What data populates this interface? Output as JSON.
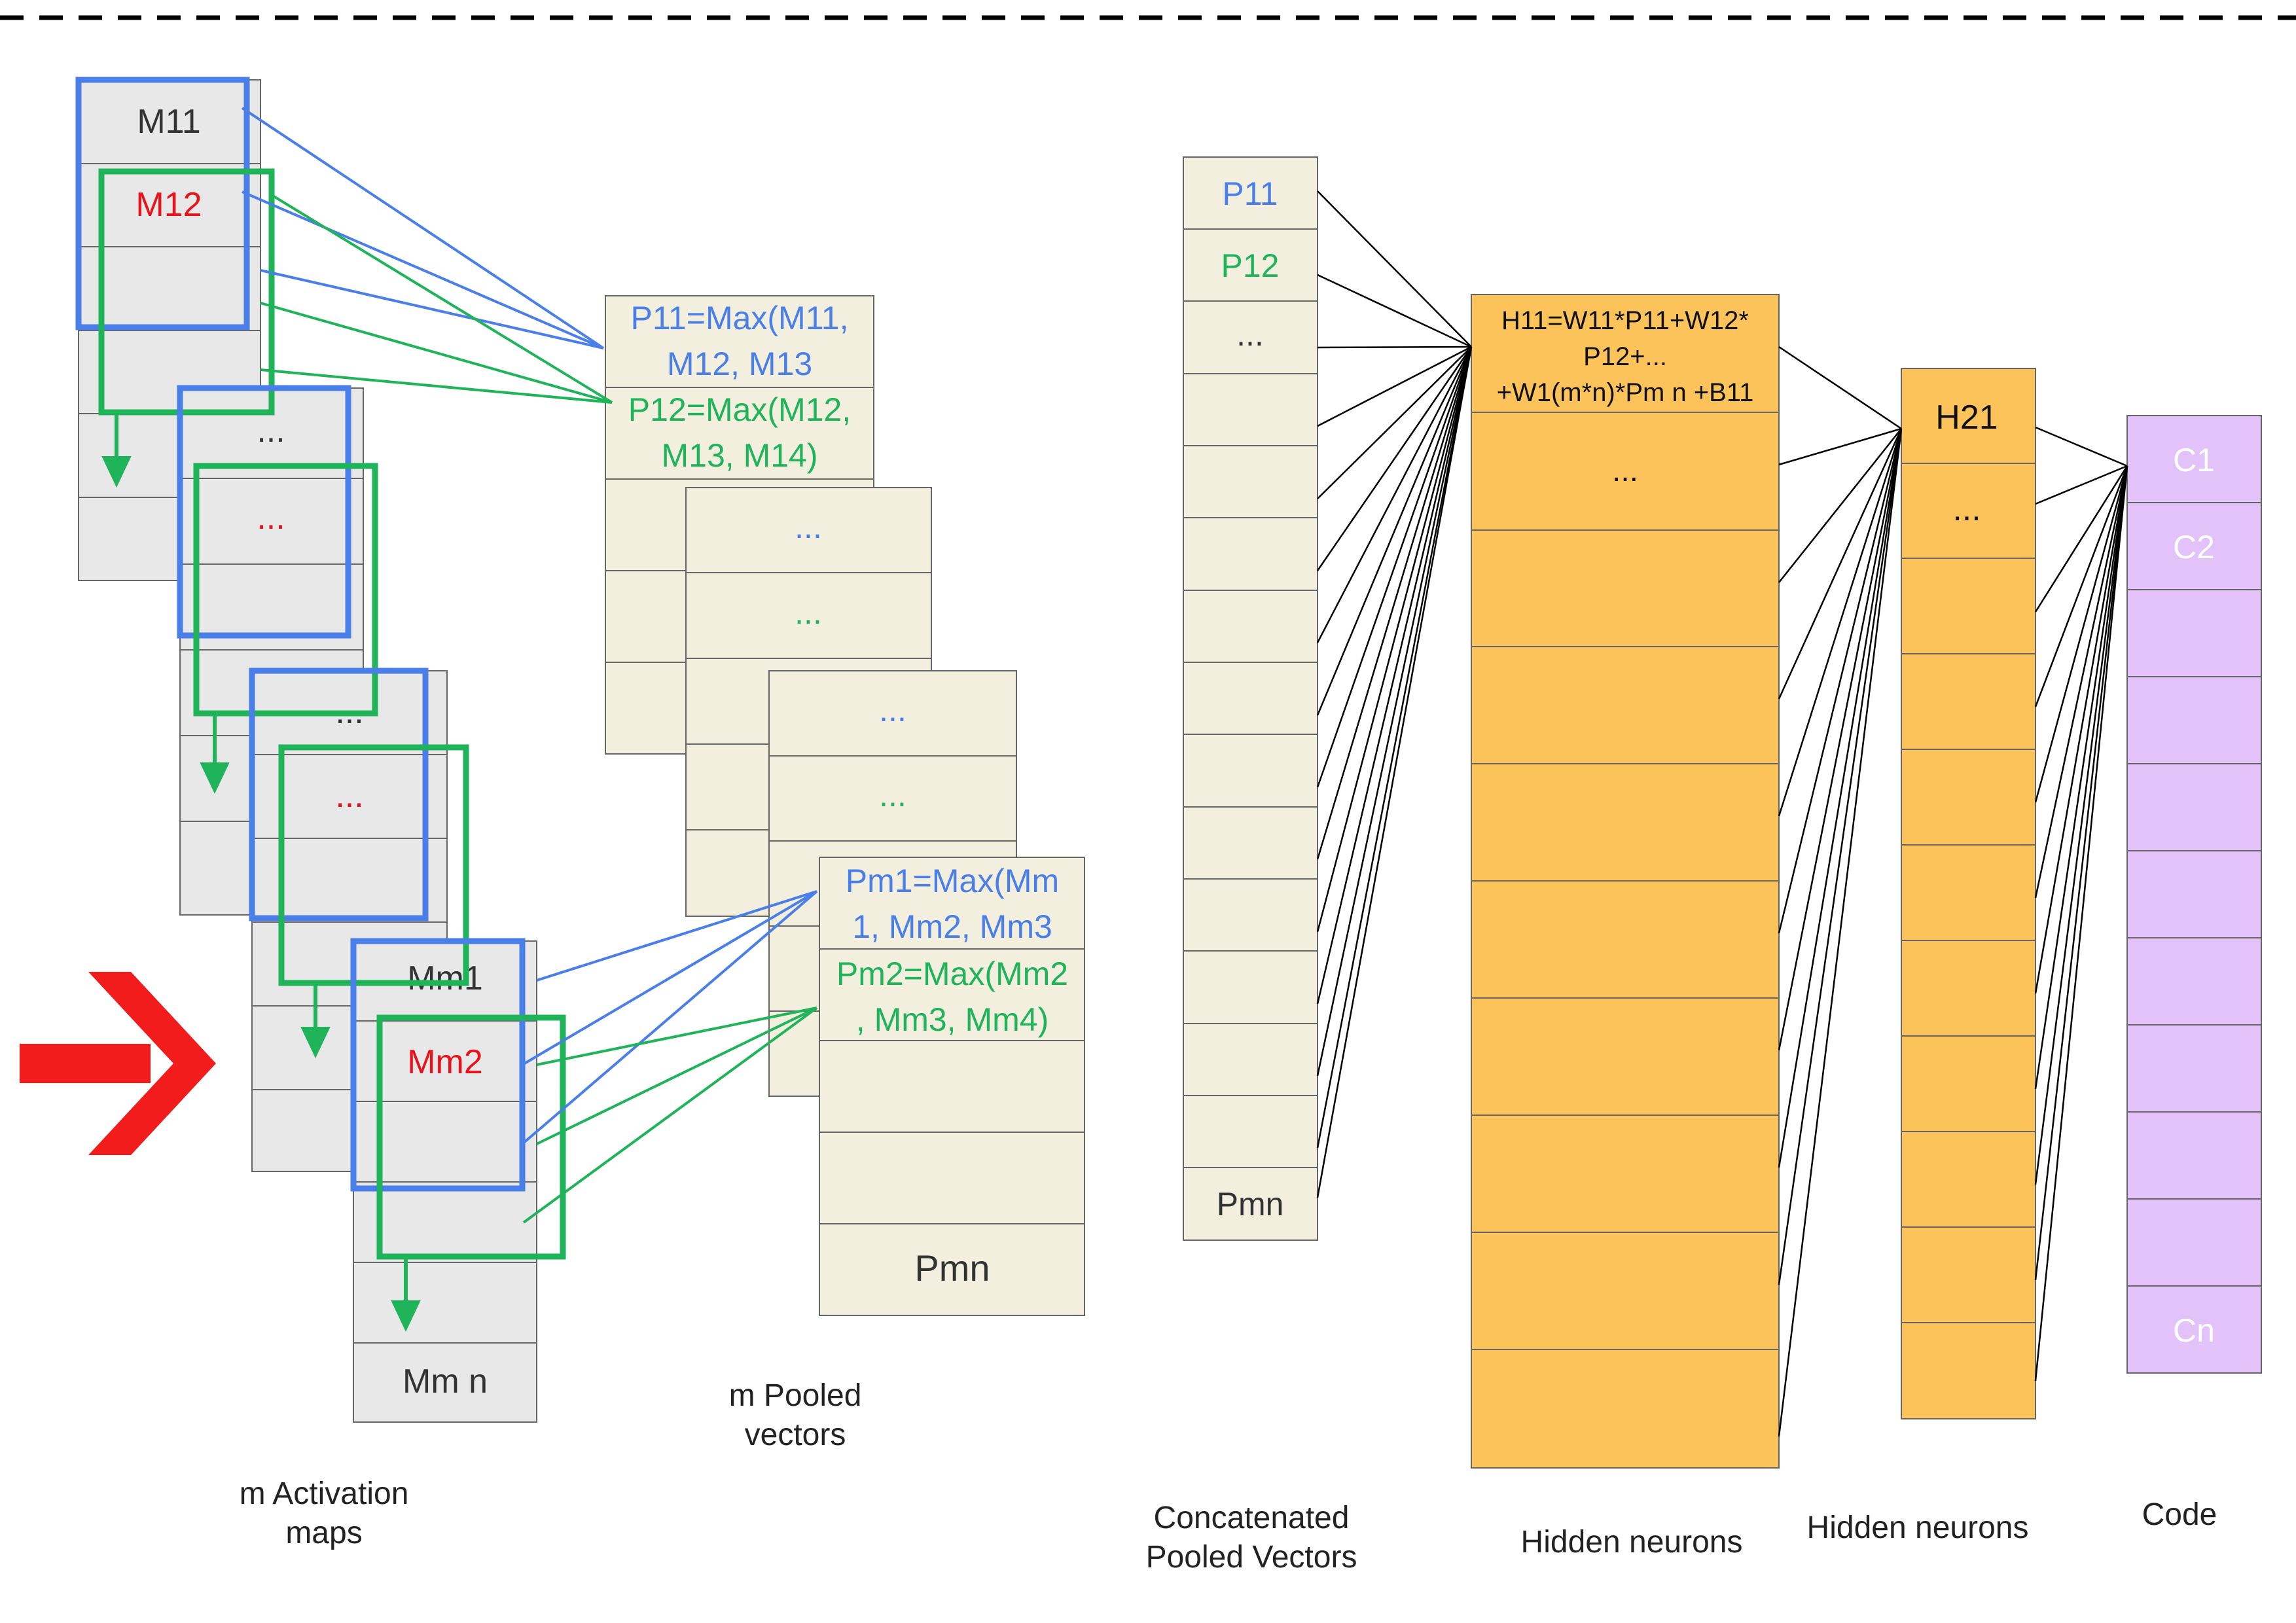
{
  "colors": {
    "blue": "#4a7ee8",
    "green": "#1fb35a",
    "red": "#e8121a",
    "map_fill": "#e8e8e8",
    "pooled_fill": "#f3efdf",
    "hidden_fill": "#fcc35a",
    "code_fill": "#e3c1f9",
    "text": "#333333"
  },
  "activation_maps": {
    "caption": [
      "m Activation",
      "maps"
    ],
    "map1": {
      "row1": "M11",
      "row2": "M12"
    },
    "map2": {
      "row1": "...",
      "row2": "..."
    },
    "map3": {
      "row1": "...",
      "row2": "..."
    },
    "map4": {
      "row1": "Mm1",
      "row2": "Mm2",
      "last": "Mm n"
    }
  },
  "pooled_vectors": {
    "caption": [
      "m Pooled",
      "vectors"
    ],
    "first": {
      "line1": "P11=Max(M11,",
      "line2": "M12, M13",
      "line3": "P12=Max(M12,",
      "line4": "M13, M14)"
    },
    "second": {
      "row1": "...",
      "row2": "..."
    },
    "third": {
      "row1": "...",
      "row2": "..."
    },
    "last": {
      "line1": "Pm1=Max(Mm",
      "line2": "1, Mm2, Mm3",
      "line3": "Pm2=Max(Mm2",
      "line4": ", Mm3, Mm4)",
      "bottom": "Pmn"
    }
  },
  "concatenated": {
    "caption": [
      "Concatenated",
      "Pooled Vectors"
    ],
    "cells": [
      "P11",
      "P12",
      "...",
      "Pmn"
    ]
  },
  "hidden1": {
    "caption": "Hidden neurons",
    "top": [
      "H11=W11*P11+W12*",
      "P12+...",
      "+W1(m*n)*Pm n +B11"
    ],
    "second": "..."
  },
  "hidden2": {
    "caption": "Hidden neurons",
    "cells": [
      "H21",
      "..."
    ]
  },
  "code": {
    "caption": "Code",
    "cells": [
      "C1",
      "C2",
      "Cn"
    ]
  }
}
